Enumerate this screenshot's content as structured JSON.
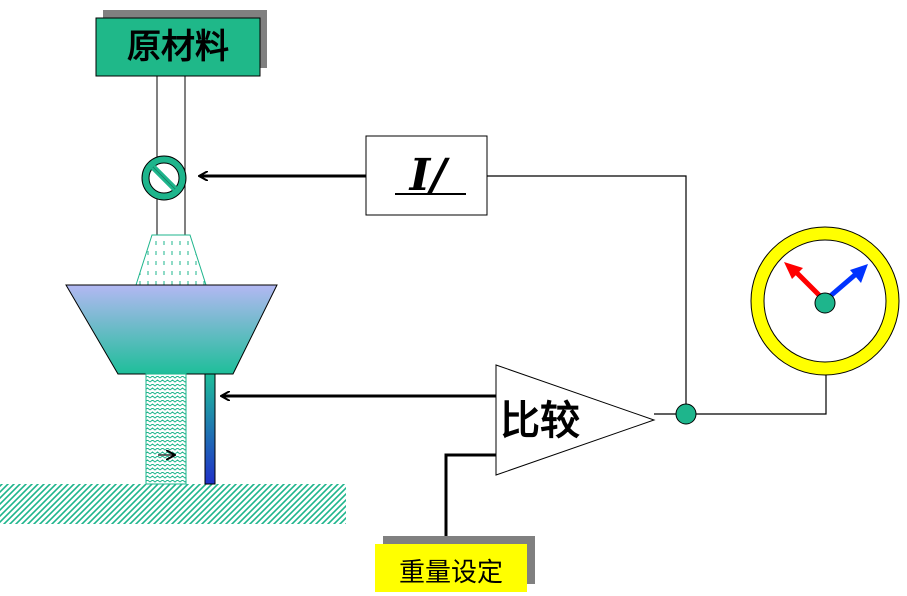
{
  "labels": {
    "raw_material": "原材料",
    "compare": "比较",
    "weight_setting": "重量设定",
    "controller_symbol": "I/"
  },
  "colors": {
    "raw_material_box": "#1FB889",
    "weight_box": "#FFFF00",
    "shadow": "#808080",
    "funnel_top": "#B3B8F3",
    "funnel_bottom": "#1EBE9A",
    "gauge_ring": "#FFFF00",
    "gauge_hub": "#1EB58C",
    "needle_left": "#FF0000",
    "needle_right": "#0033FF",
    "line": "#000000",
    "junction": "#1EB58C"
  },
  "icons": {
    "valve": "prohibition-valve-icon",
    "gauge": "weight-gauge-icon"
  }
}
